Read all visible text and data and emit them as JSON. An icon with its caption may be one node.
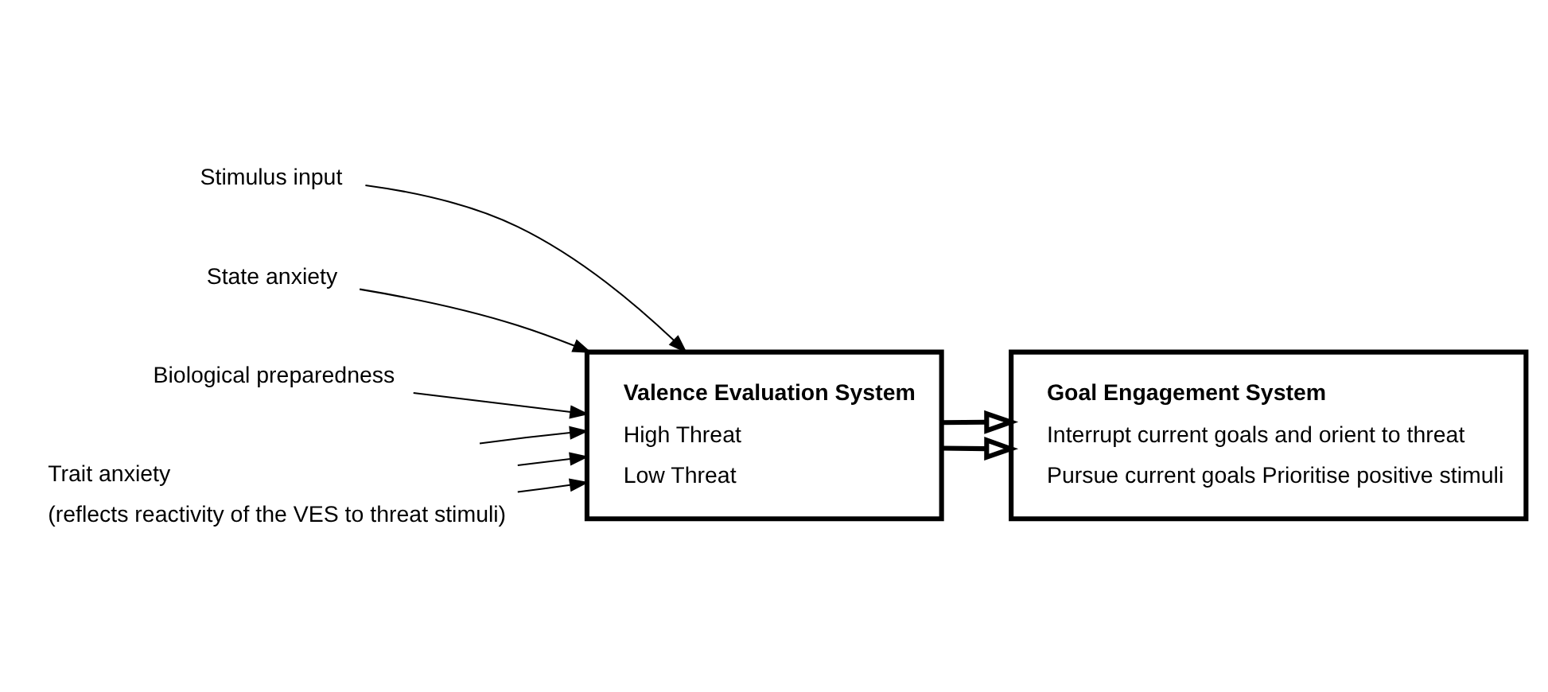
{
  "diagram": {
    "nodes": [
      {
        "text": [
          "Stimulus input"
        ]
      },
      {
        "text": [
          "State anxiety"
        ]
      },
      {
        "text": [
          "Biological preparedness"
        ]
      },
      {
        "text": [
          "Valence Evaluation System",
          "High Threat",
          "Low Threat"
        ]
      },
      {
        "text": [
          "Goal Engagement System",
          "Interrupt current goals and orient to threat",
          "Pursue current goals Prioritise positive stimuli"
        ]
      },
      {
        "text": [
          "Trait anxiety",
          "(reflects reactivity of the VES to threat stimuli)"
        ]
      }
    ],
    "edges": [
      {
        "from": 0,
        "to": 3,
        "arrow": "to"
      },
      {
        "from": 1,
        "to": 3,
        "arrow": "to"
      },
      {
        "from": 2,
        "to": 3,
        "arrow": "to"
      },
      {
        "from": 5,
        "to": 3,
        "arrow": "to"
      },
      {
        "from": 5,
        "to": 3,
        "arrow": "to"
      },
      {
        "from": 5,
        "to": 3,
        "arrow": "to"
      },
      {
        "from": 3,
        "to": 4,
        "arrow": "to",
        "style": "thick"
      },
      {
        "from": 3,
        "to": 4,
        "arrow": "to",
        "style": "thick"
      }
    ]
  }
}
